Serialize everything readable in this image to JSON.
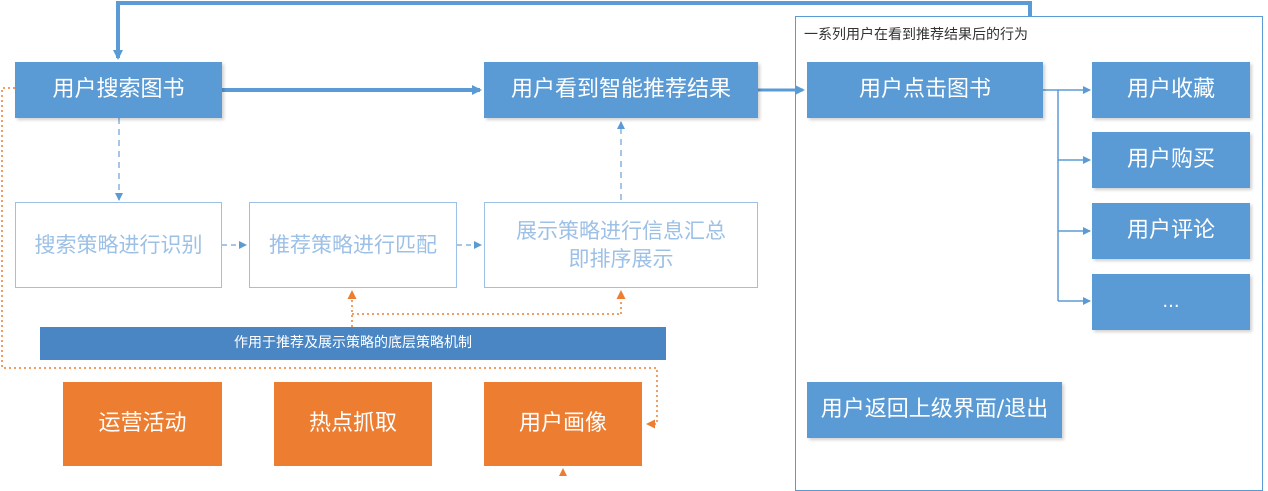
{
  "colors": {
    "primary_blue": "#5b9bd5",
    "dark_blue_bar": "#4a86c4",
    "outline_blue": "#9dc0e6",
    "orange": "#ed7d31",
    "connector_blue": "#5b9bd5",
    "connector_orange": "#ed7d31"
  },
  "nodes": {
    "search_books": "用户搜索图书",
    "see_results": "用户看到智能推荐结果",
    "click_book": "用户点击图书",
    "favorite": "用户收藏",
    "purchase": "用户购买",
    "comment": "用户评论",
    "more": "...",
    "return_exit": "用户返回上级界面/退出",
    "search_strategy": "搜索策略进行识别",
    "recommend_strategy": "推荐策略进行匹配",
    "display_strategy": "展示策略进行信息汇总\n即排序展示",
    "operations": "运营活动",
    "hot_topics": "热点抓取",
    "user_profile": "用户画像"
  },
  "labels": {
    "behavior_panel": "一系列用户在看到推荐结果后的行为",
    "underlying_mechanism": "作用于推荐及展示策略的底层策略机制"
  },
  "edges": [
    {
      "from": "search_books",
      "to": "see_results",
      "style": "solid"
    },
    {
      "from": "see_results",
      "to": "click_book",
      "style": "solid"
    },
    {
      "from": "click_book",
      "to": "favorite",
      "style": "solid"
    },
    {
      "from": "click_book",
      "to": "purchase",
      "style": "solid"
    },
    {
      "from": "click_book",
      "to": "comment",
      "style": "solid"
    },
    {
      "from": "click_book",
      "to": "more",
      "style": "solid"
    },
    {
      "from": "behavior_panel",
      "to": "search_books",
      "style": "solid"
    },
    {
      "from": "search_books",
      "to": "search_strategy",
      "style": "dashed"
    },
    {
      "from": "search_strategy",
      "to": "recommend_strategy",
      "style": "dashed"
    },
    {
      "from": "recommend_strategy",
      "to": "display_strategy",
      "style": "dashed"
    },
    {
      "from": "display_strategy",
      "to": "see_results",
      "style": "dashed"
    },
    {
      "from": "underlying_mechanism",
      "to": "recommend_strategy",
      "style": "dotted"
    },
    {
      "from": "underlying_mechanism",
      "to": "display_strategy",
      "style": "dotted"
    },
    {
      "from": "search_books",
      "to": "user_profile",
      "style": "dotted"
    }
  ]
}
